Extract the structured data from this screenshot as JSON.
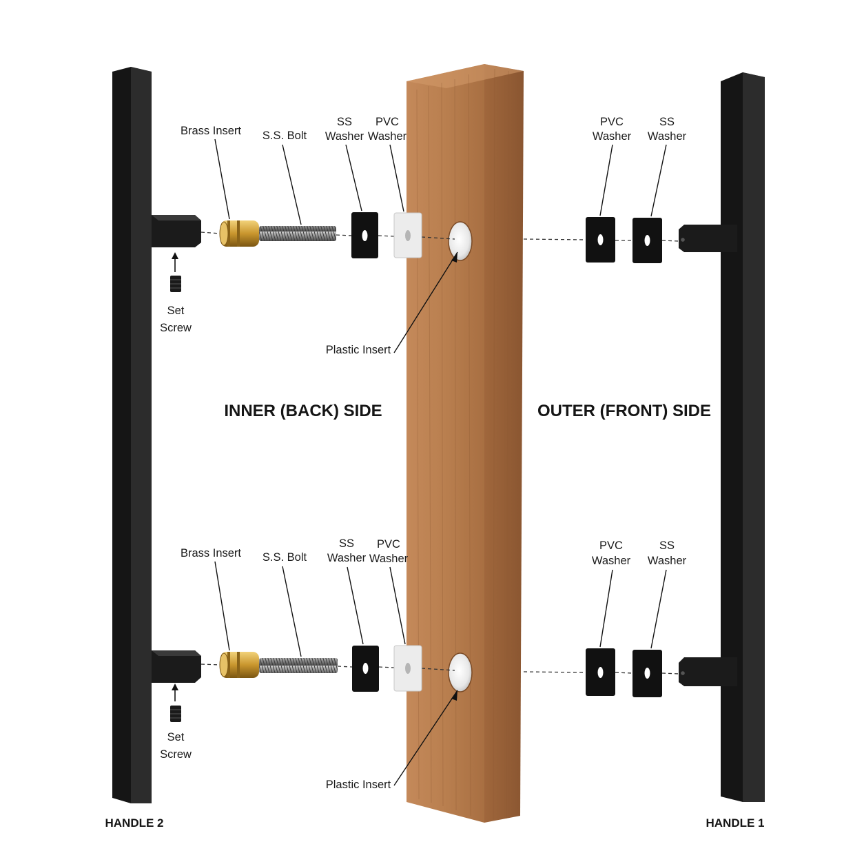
{
  "side_titles": {
    "inner": "INNER (BACK) SIDE",
    "outer": "OUTER (FRONT) SIDE"
  },
  "handles": {
    "left": "HANDLE 2",
    "right": "HANDLE 1"
  },
  "upper_assembly": {
    "brass_insert": "Brass Insert",
    "bolt": "S.S. Bolt",
    "inner_ss_washer": [
      "SS",
      "Washer"
    ],
    "inner_pvc_washer": [
      "PVC",
      "Washer"
    ],
    "set_screw": [
      "Set",
      "Screw"
    ],
    "plastic_insert": "Plastic Insert",
    "outer_pvc_washer": [
      "PVC",
      "Washer"
    ],
    "outer_ss_washer": [
      "SS",
      "Washer"
    ]
  },
  "lower_assembly": {
    "brass_insert": "Brass Insert",
    "bolt": "S.S. Bolt",
    "inner_ss_washer": [
      "SS",
      "Washer"
    ],
    "inner_pvc_washer": [
      "PVC",
      "Washer"
    ],
    "set_screw": [
      "Set",
      "Screw"
    ],
    "plastic_insert": "Plastic Insert",
    "outer_pvc_washer": [
      "PVC",
      "Washer"
    ],
    "outer_ss_washer": [
      "SS",
      "Washer"
    ]
  },
  "colors": {
    "handle": "#151515",
    "wood": "#b97f4f",
    "wood_side": "#9c643a",
    "brass": "#c9962e",
    "bolt": "#8d8d8d",
    "pvc_washer": "#ececec"
  }
}
